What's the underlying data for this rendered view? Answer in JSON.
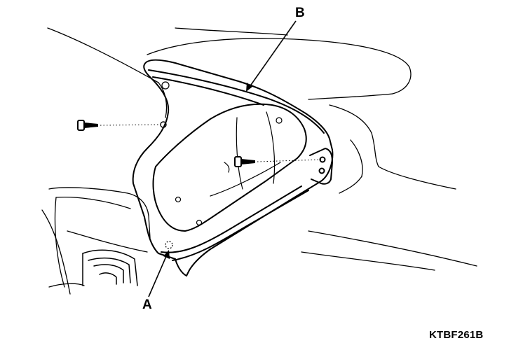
{
  "callouts": {
    "a": "A",
    "b": "B"
  },
  "figure_code": "KTBF261B",
  "colors": {
    "line": "#000000",
    "background": "#ffffff"
  }
}
